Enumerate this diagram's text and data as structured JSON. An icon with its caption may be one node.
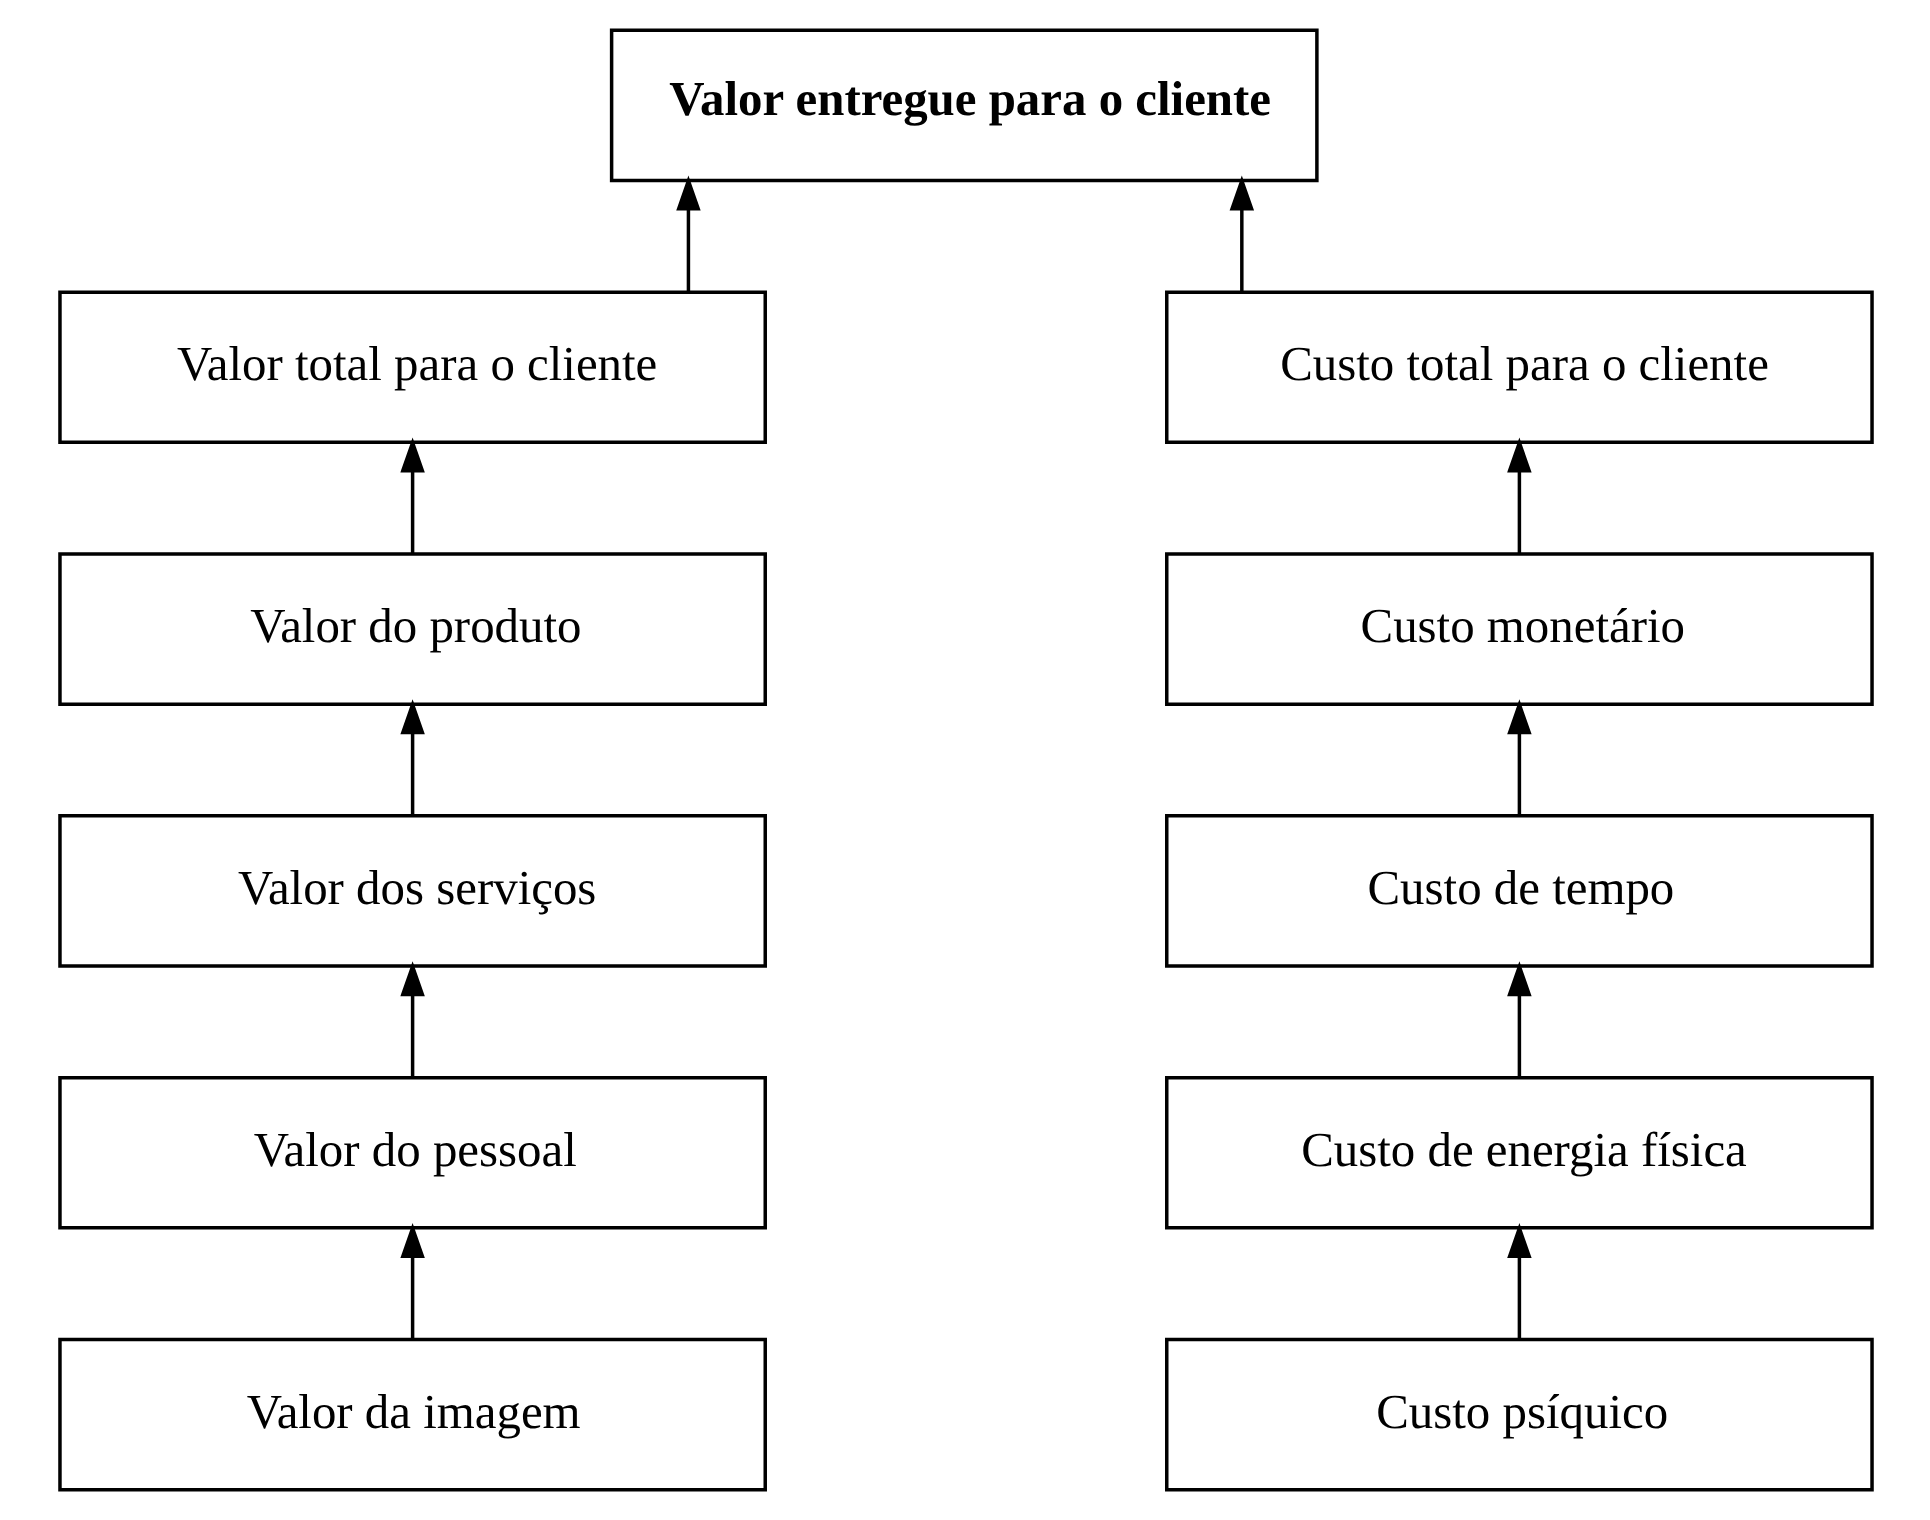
{
  "diagram": {
    "nodes": [
      {
        "text": [
          "Valor entregue para o cliente"
        ]
      },
      {
        "text": [
          "Valor total para o cliente"
        ]
      },
      {
        "text": [
          "Custo total para o cliente"
        ]
      },
      {
        "text": [
          "Valor do produto"
        ]
      },
      {
        "text": [
          "Custo monetário"
        ]
      },
      {
        "text": [
          "Valor dos serviços"
        ]
      },
      {
        "text": [
          "Custo de tempo"
        ]
      },
      {
        "text": [
          "Valor do pessoal"
        ]
      },
      {
        "text": [
          "Custo de energia física"
        ]
      },
      {
        "text": [
          "Valor da imagem"
        ]
      },
      {
        "text": [
          "Custo psíquico"
        ]
      }
    ],
    "edges": [
      {
        "from": 1,
        "to": 0,
        "arrow": "to"
      },
      {
        "from": 2,
        "to": 0,
        "arrow": "to"
      },
      {
        "from": 3,
        "to": 1,
        "arrow": "to"
      },
      {
        "from": 5,
        "to": 3,
        "arrow": "to"
      },
      {
        "from": 7,
        "to": 5,
        "arrow": "to"
      },
      {
        "from": 9,
        "to": 7,
        "arrow": "to"
      },
      {
        "from": 4,
        "to": 2,
        "arrow": "to"
      },
      {
        "from": 6,
        "to": 4,
        "arrow": "to"
      },
      {
        "from": 8,
        "to": 6,
        "arrow": "to"
      },
      {
        "from": 10,
        "to": 8,
        "arrow": "to"
      }
    ]
  }
}
